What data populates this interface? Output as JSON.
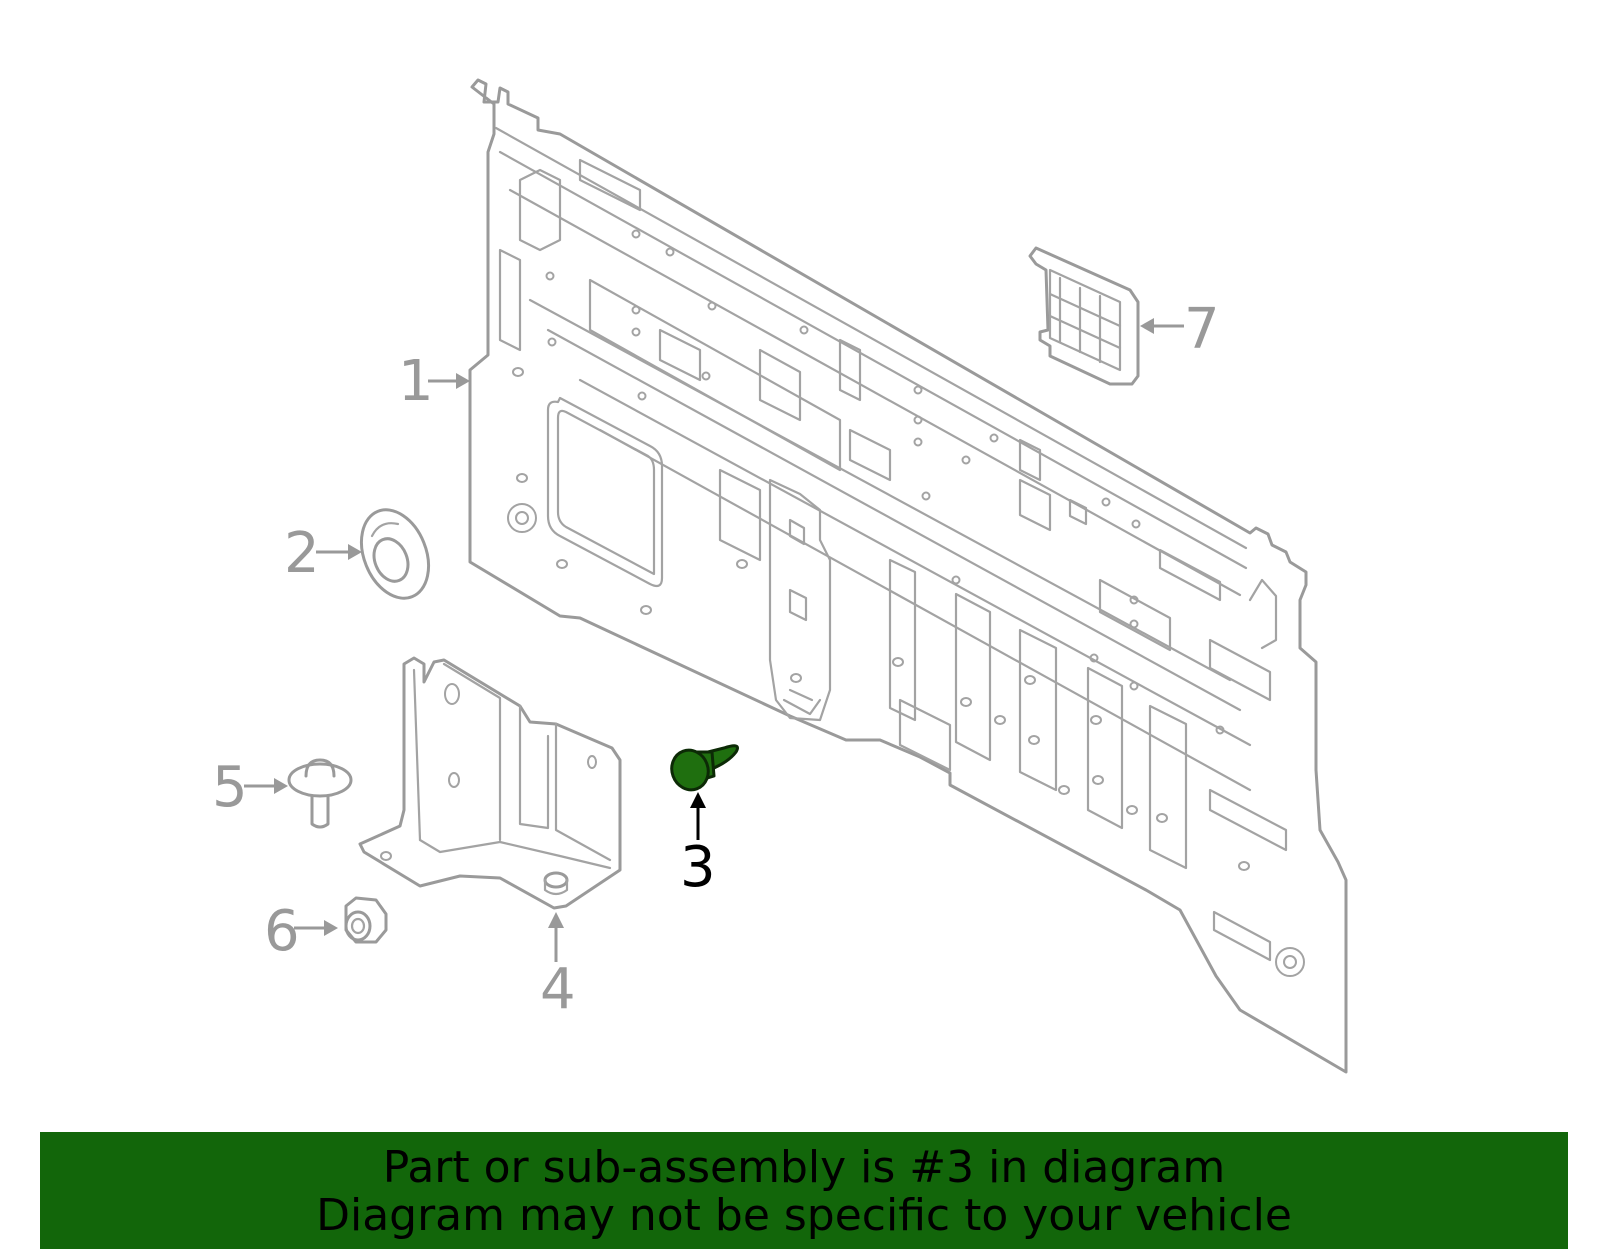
{
  "callouts": [
    {
      "num": "1",
      "highlight": false
    },
    {
      "num": "2",
      "highlight": false
    },
    {
      "num": "3",
      "highlight": true
    },
    {
      "num": "4",
      "highlight": false
    },
    {
      "num": "5",
      "highlight": false
    },
    {
      "num": "6",
      "highlight": false
    },
    {
      "num": "7",
      "highlight": false
    }
  ],
  "banner": {
    "line1": "Part or sub-assembly is #3 in diagram",
    "line2": "Diagram may not be specific to your vehicle"
  },
  "colors": {
    "line_art": "#9a9a9a",
    "highlight_part": "#1f6f0f",
    "banner_background": "#12660a",
    "banner_text": "#000000"
  }
}
